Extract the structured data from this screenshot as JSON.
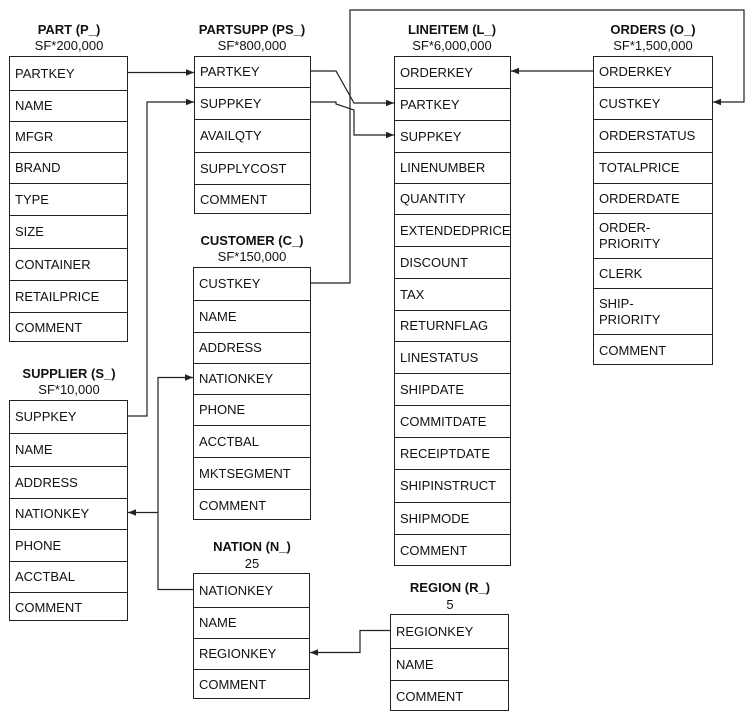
{
  "tables": {
    "part": {
      "title": "PART (P_)",
      "scale": "SF*200,000",
      "columns": [
        "PARTKEY",
        "NAME",
        "MFGR",
        "BRAND",
        "TYPE",
        "SIZE",
        "CONTAINER",
        "RETAILPRICE",
        "COMMENT"
      ]
    },
    "partsupp": {
      "title": "PARTSUPP (PS_)",
      "scale": "SF*800,000",
      "columns": [
        "PARTKEY",
        "SUPPKEY",
        "AVAILQTY",
        "SUPPLYCOST",
        "COMMENT"
      ]
    },
    "lineitem": {
      "title": "LINEITEM (L_)",
      "scale": "SF*6,000,000",
      "columns": [
        "ORDERKEY",
        "PARTKEY",
        "SUPPKEY",
        "LINENUMBER",
        "QUANTITY",
        "EXTENDEDPRICE",
        "DISCOUNT",
        "TAX",
        "RETURNFLAG",
        "LINESTATUS",
        "SHIPDATE",
        "COMMITDATE",
        "RECEIPTDATE",
        "SHIPINSTRUCT",
        "SHIPMODE",
        "COMMENT"
      ]
    },
    "orders": {
      "title": "ORDERS (O_)",
      "scale": "SF*1,500,000",
      "columns": [
        "ORDERKEY",
        "CUSTKEY",
        "ORDERSTATUS",
        "TOTALPRICE",
        "ORDERDATE",
        "ORDER-\nPRIORITY",
        "CLERK",
        "SHIP-\nPRIORITY",
        "COMMENT"
      ]
    },
    "customer": {
      "title": "CUSTOMER (C_)",
      "scale": "SF*150,000",
      "columns": [
        "CUSTKEY",
        "NAME",
        "ADDRESS",
        "NATIONKEY",
        "PHONE",
        "ACCTBAL",
        "MKTSEGMENT",
        "COMMENT"
      ]
    },
    "supplier": {
      "title": "SUPPLIER (S_)",
      "scale": "SF*10,000",
      "columns": [
        "SUPPKEY",
        "NAME",
        "ADDRESS",
        "NATIONKEY",
        "PHONE",
        "ACCTBAL",
        "COMMENT"
      ]
    },
    "nation": {
      "title": "NATION (N_)",
      "scale": "25",
      "columns": [
        "NATIONKEY",
        "NAME",
        "REGIONKEY",
        "COMMENT"
      ]
    },
    "region": {
      "title": "REGION (R_)",
      "scale": "5",
      "columns": [
        "REGIONKEY",
        "NAME",
        "COMMENT"
      ]
    }
  },
  "relationships": [
    {
      "from": "part.PARTKEY",
      "to": "partsupp.PARTKEY"
    },
    {
      "from": "supplier.SUPPKEY",
      "to": "partsupp.SUPPKEY"
    },
    {
      "from": "partsupp.PARTKEY",
      "to": "lineitem.PARTKEY"
    },
    {
      "from": "partsupp.SUPPKEY",
      "to": "lineitem.SUPPKEY"
    },
    {
      "from": "orders.ORDERKEY",
      "to": "lineitem.ORDERKEY"
    },
    {
      "from": "customer.CUSTKEY",
      "to": "orders.CUSTKEY"
    },
    {
      "from": "nation.NATIONKEY",
      "to": "supplier.NATIONKEY"
    },
    {
      "from": "nation.NATIONKEY",
      "to": "customer.NATIONKEY"
    },
    {
      "from": "region.REGIONKEY",
      "to": "nation.REGIONKEY"
    }
  ],
  "colors": {
    "line": "#222222",
    "background": "#ffffff"
  }
}
